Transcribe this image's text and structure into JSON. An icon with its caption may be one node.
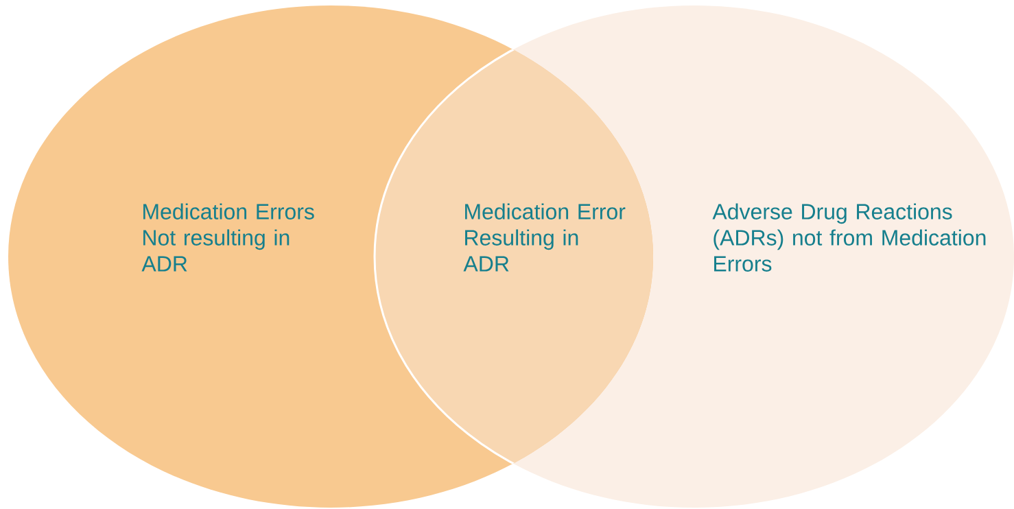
{
  "diagram": {
    "nodes": [
      {
        "text": [
          "Medication Errors Not resulting in ADR"
        ]
      },
      {
        "text": [
          "Medication Error Resulting in ADR"
        ]
      },
      {
        "text": [
          "Adverse Drug Reactions (ADRs) not from Medication Errors"
        ]
      }
    ]
  }
}
